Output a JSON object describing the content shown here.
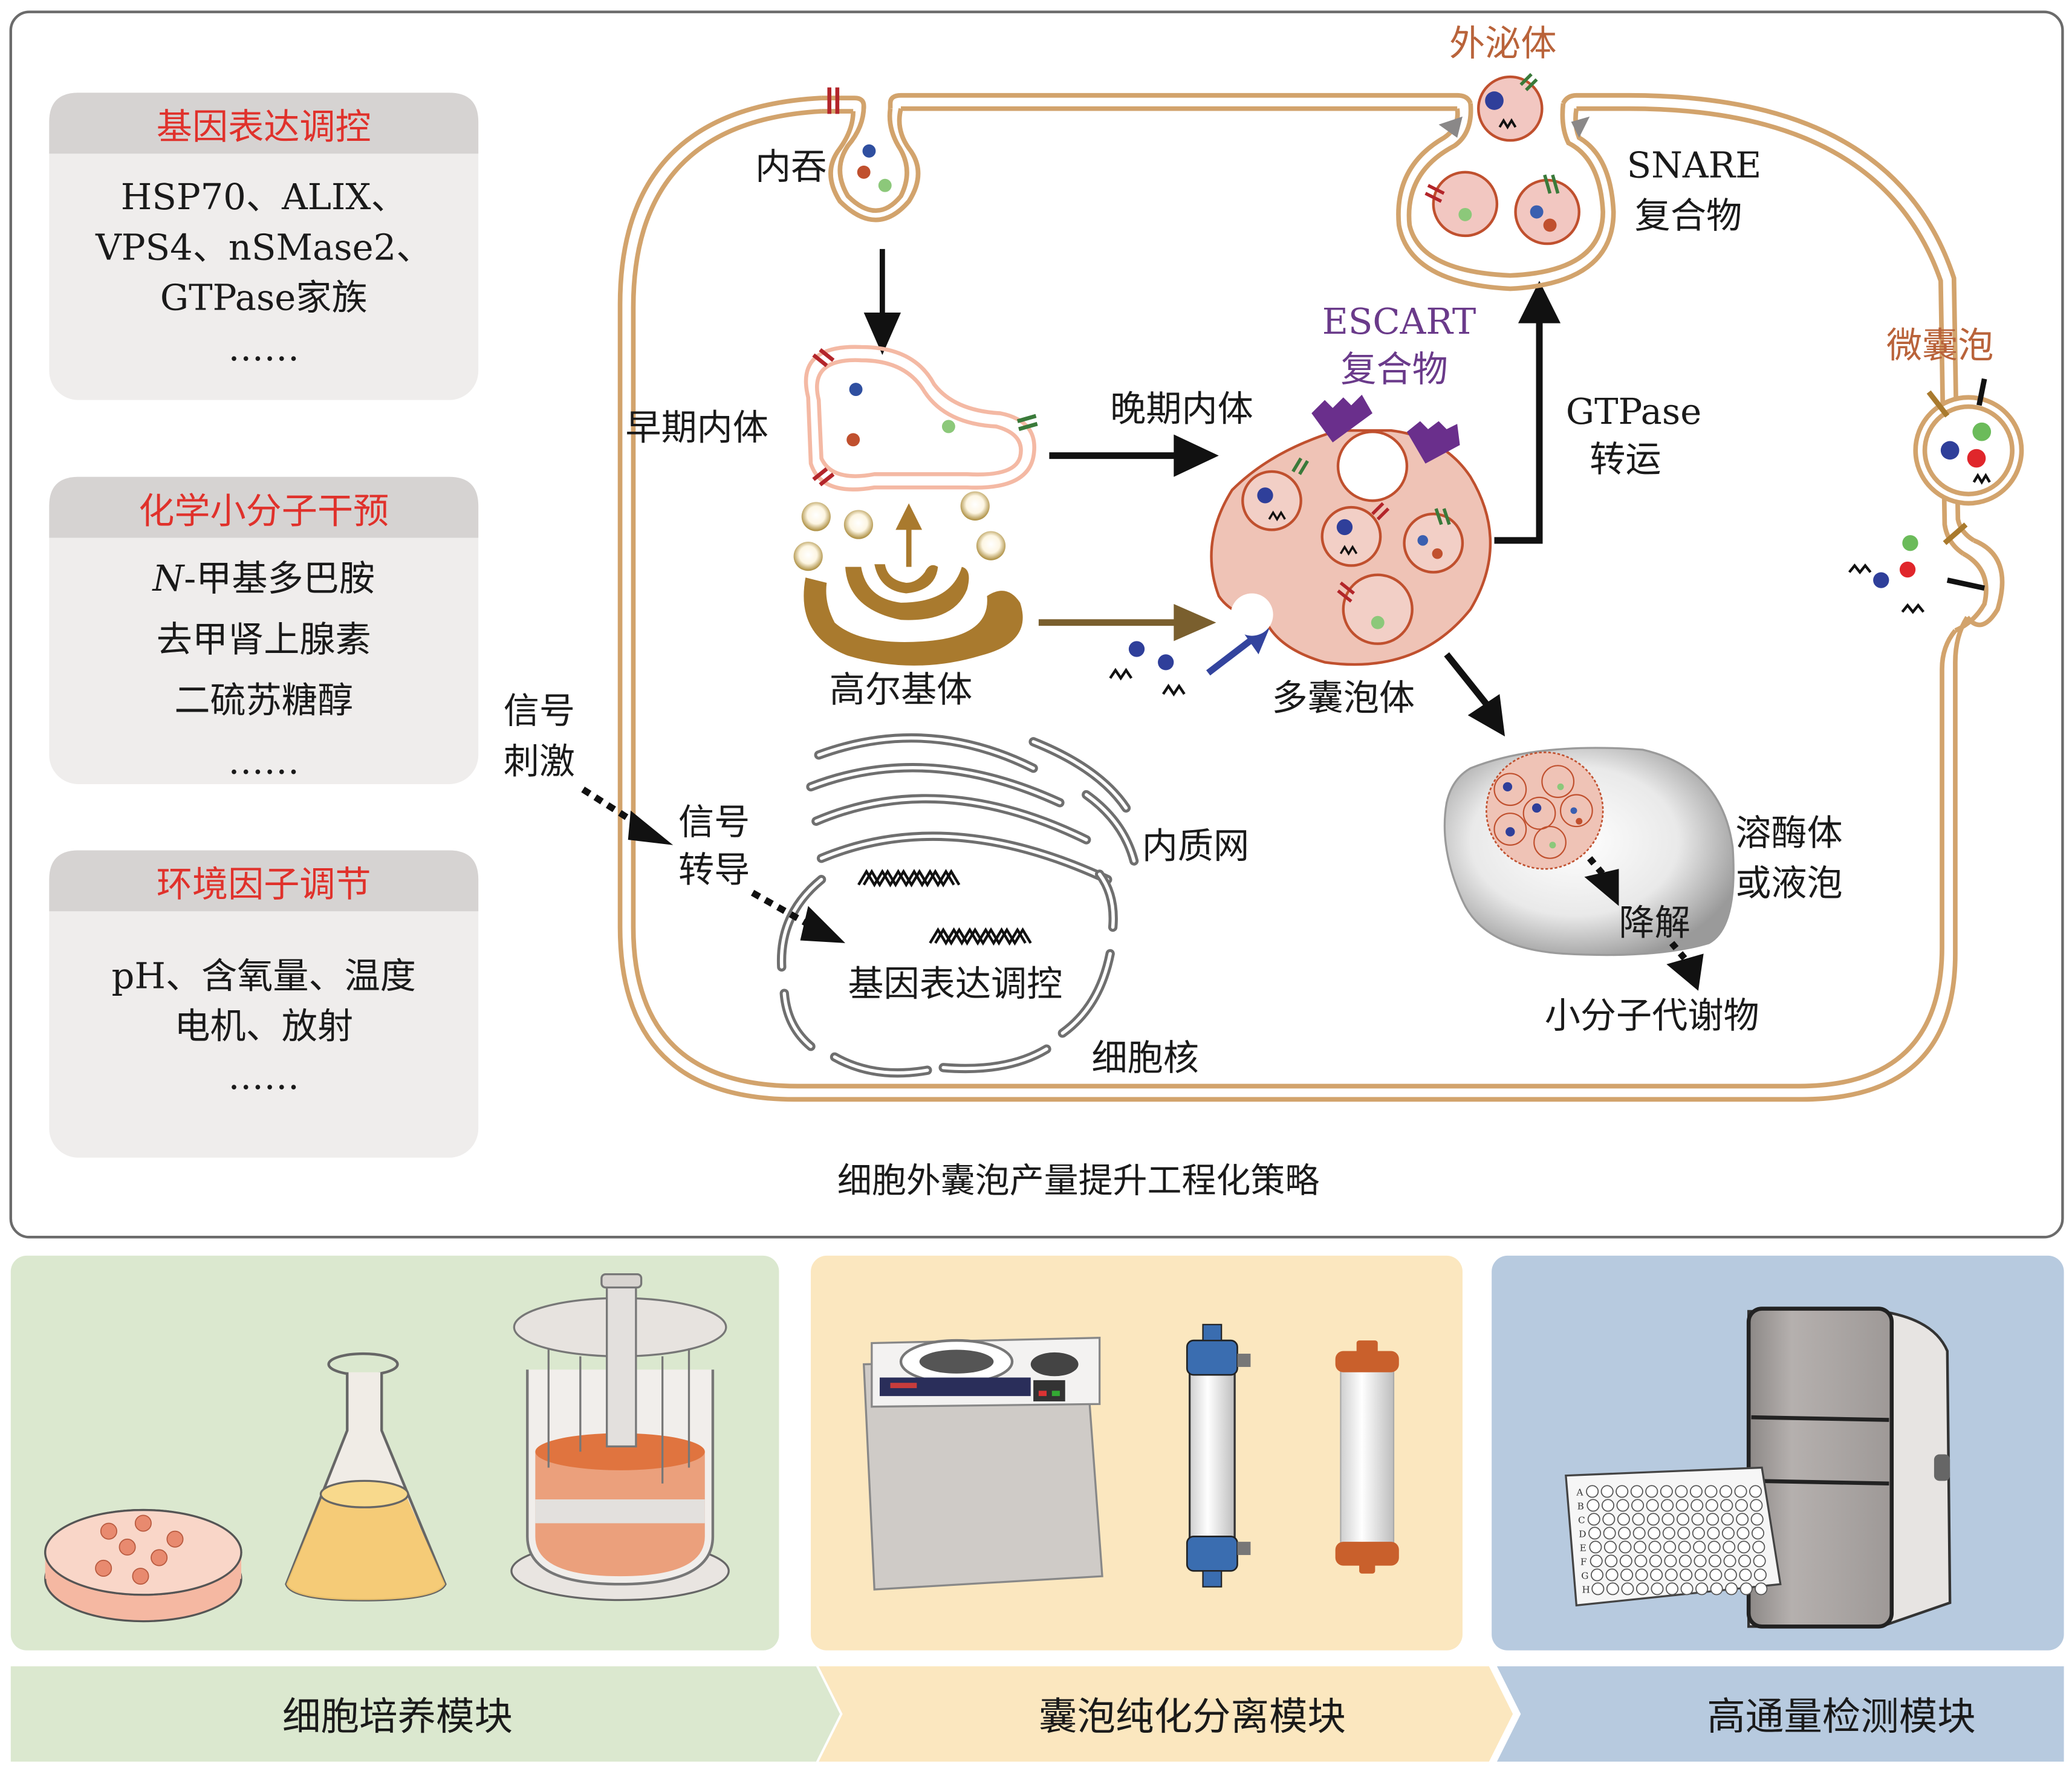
{
  "left_panels": [
    {
      "title": "基因表达调控",
      "lines": [
        "HSP70、ALIX、",
        "VPS4、nSMase2、",
        "GTPase家族",
        "……"
      ]
    },
    {
      "title": "化学小分子干预",
      "lines": [
        "N-甲基多巴胺",
        "去甲肾上腺素",
        "二硫苏糖醇",
        "……"
      ]
    },
    {
      "title": "环境因子调节",
      "lines": [
        "pH、含氧量、温度",
        "电机、放射",
        "……"
      ]
    }
  ],
  "cell_labels": {
    "endocytosis": "内吞",
    "early_endosome": "早期内体",
    "late_endosome": "晚期内体",
    "golgi": "高尔基体",
    "mvb": "多囊泡体",
    "escrt_line1": "ESCART",
    "escrt_line2": "复合物",
    "exosome": "外泌体",
    "snare_line1": "SNARE",
    "snare_line2": "复合物",
    "gtpase_line1": "GTPase",
    "gtpase_line2": "转运",
    "microvesicle": "微囊泡",
    "signal_stim_line1": "信号",
    "signal_stim_line2": "刺激",
    "signal_trans_line1": "信号",
    "signal_trans_line2": "转导",
    "er": "内质网",
    "gene_regulation": "基因表达调控",
    "nucleus": "细胞核",
    "lysosome_line1": "溶酶体",
    "lysosome_line2": "或液泡",
    "degradation": "降解",
    "metabolites": "小分子代谢物"
  },
  "caption": "细胞外囊泡产量提升工程化策略",
  "modules": [
    {
      "label": "细胞培养模块",
      "color": "#dbe8cf"
    },
    {
      "label": "囊泡纯化分离模块",
      "color": "#fbe7bf"
    },
    {
      "label": "高通量检测模块",
      "color": "#b7cadf"
    }
  ],
  "colors": {
    "panel_header": "#d6d3d2",
    "panel_body": "#efedec",
    "title_red": "#e0312b",
    "membrane": "#d2a36c",
    "mvb_fill": "#efc3b6",
    "mvb_stroke": "#c0502e",
    "escrt_purple": "#6a2f8c",
    "golgi_brown": "#a97a2e"
  },
  "plate_rows": [
    "A",
    "B",
    "C",
    "D",
    "E",
    "F",
    "G",
    "H"
  ]
}
